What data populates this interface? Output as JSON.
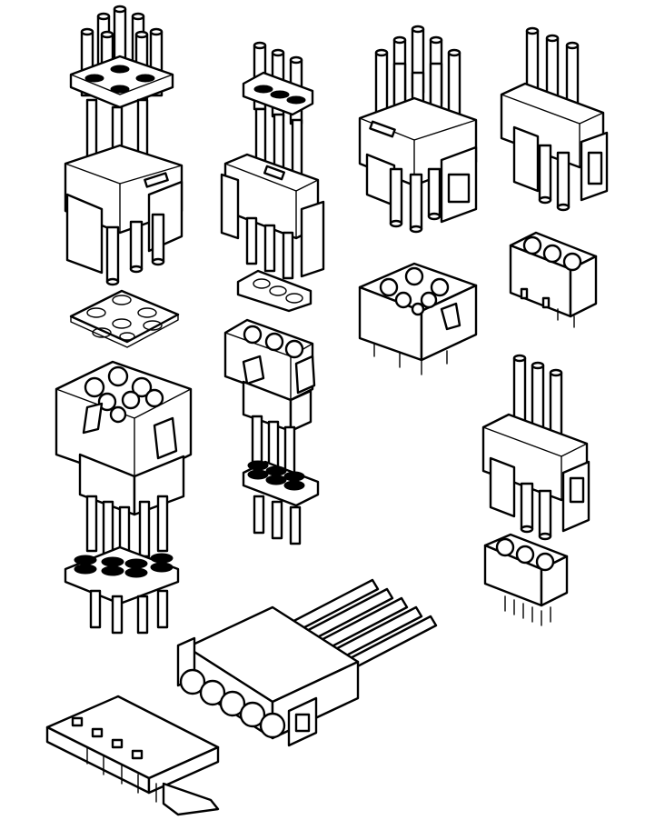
{
  "figure": {
    "caption": "",
    "background": "#ffffff",
    "line_color": "#000000"
  },
  "parts": [
    {
      "id": "nine-pin-plug-assembly"
    },
    {
      "id": "three-pin-plug-assembly"
    },
    {
      "id": "nine-pin-receptacle-housing"
    },
    {
      "id": "three-pin-receptacle-housing"
    },
    {
      "id": "nine-hole-seal-gasket"
    },
    {
      "id": "three-hole-seal-gasket"
    },
    {
      "id": "nine-pin-header-block"
    },
    {
      "id": "three-pin-header-block"
    },
    {
      "id": "nine-pin-mated-assembly"
    },
    {
      "id": "three-pin-mated-assembly"
    },
    {
      "id": "three-pin-panel-receptacle"
    },
    {
      "id": "three-pin-pcb-header"
    },
    {
      "id": "five-pin-cable-connector"
    },
    {
      "id": "five-pin-right-angle-header"
    }
  ]
}
